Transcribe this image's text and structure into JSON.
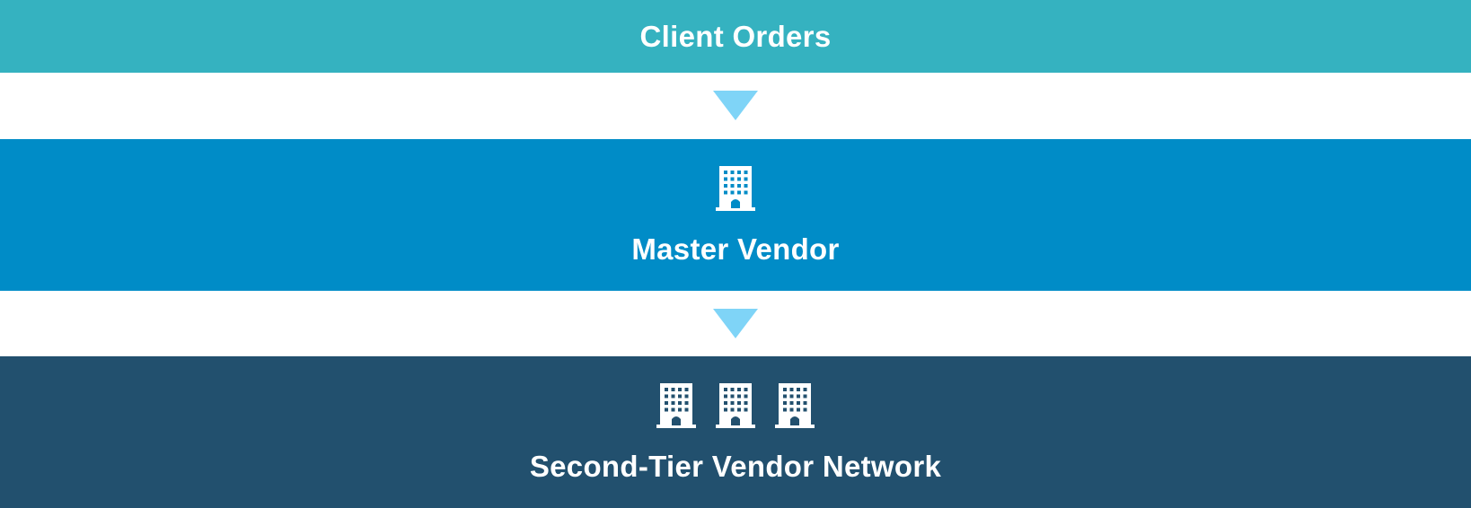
{
  "colors": {
    "band_1": "#35b2c0",
    "band_2": "#008cc7",
    "band_3": "#22506e",
    "arrow": "#7fd4f7",
    "icon": "#ffffff"
  },
  "diagram": {
    "bands": [
      {
        "label": "Client Orders",
        "icons": []
      },
      {
        "label": "Master Vendor",
        "icons": [
          "building-icon"
        ]
      },
      {
        "label": "Second-Tier Vendor Network",
        "icons": [
          "building-icon",
          "building-icon",
          "building-icon"
        ]
      }
    ],
    "arrows": [
      "arrow-down-icon",
      "arrow-down-icon"
    ]
  }
}
